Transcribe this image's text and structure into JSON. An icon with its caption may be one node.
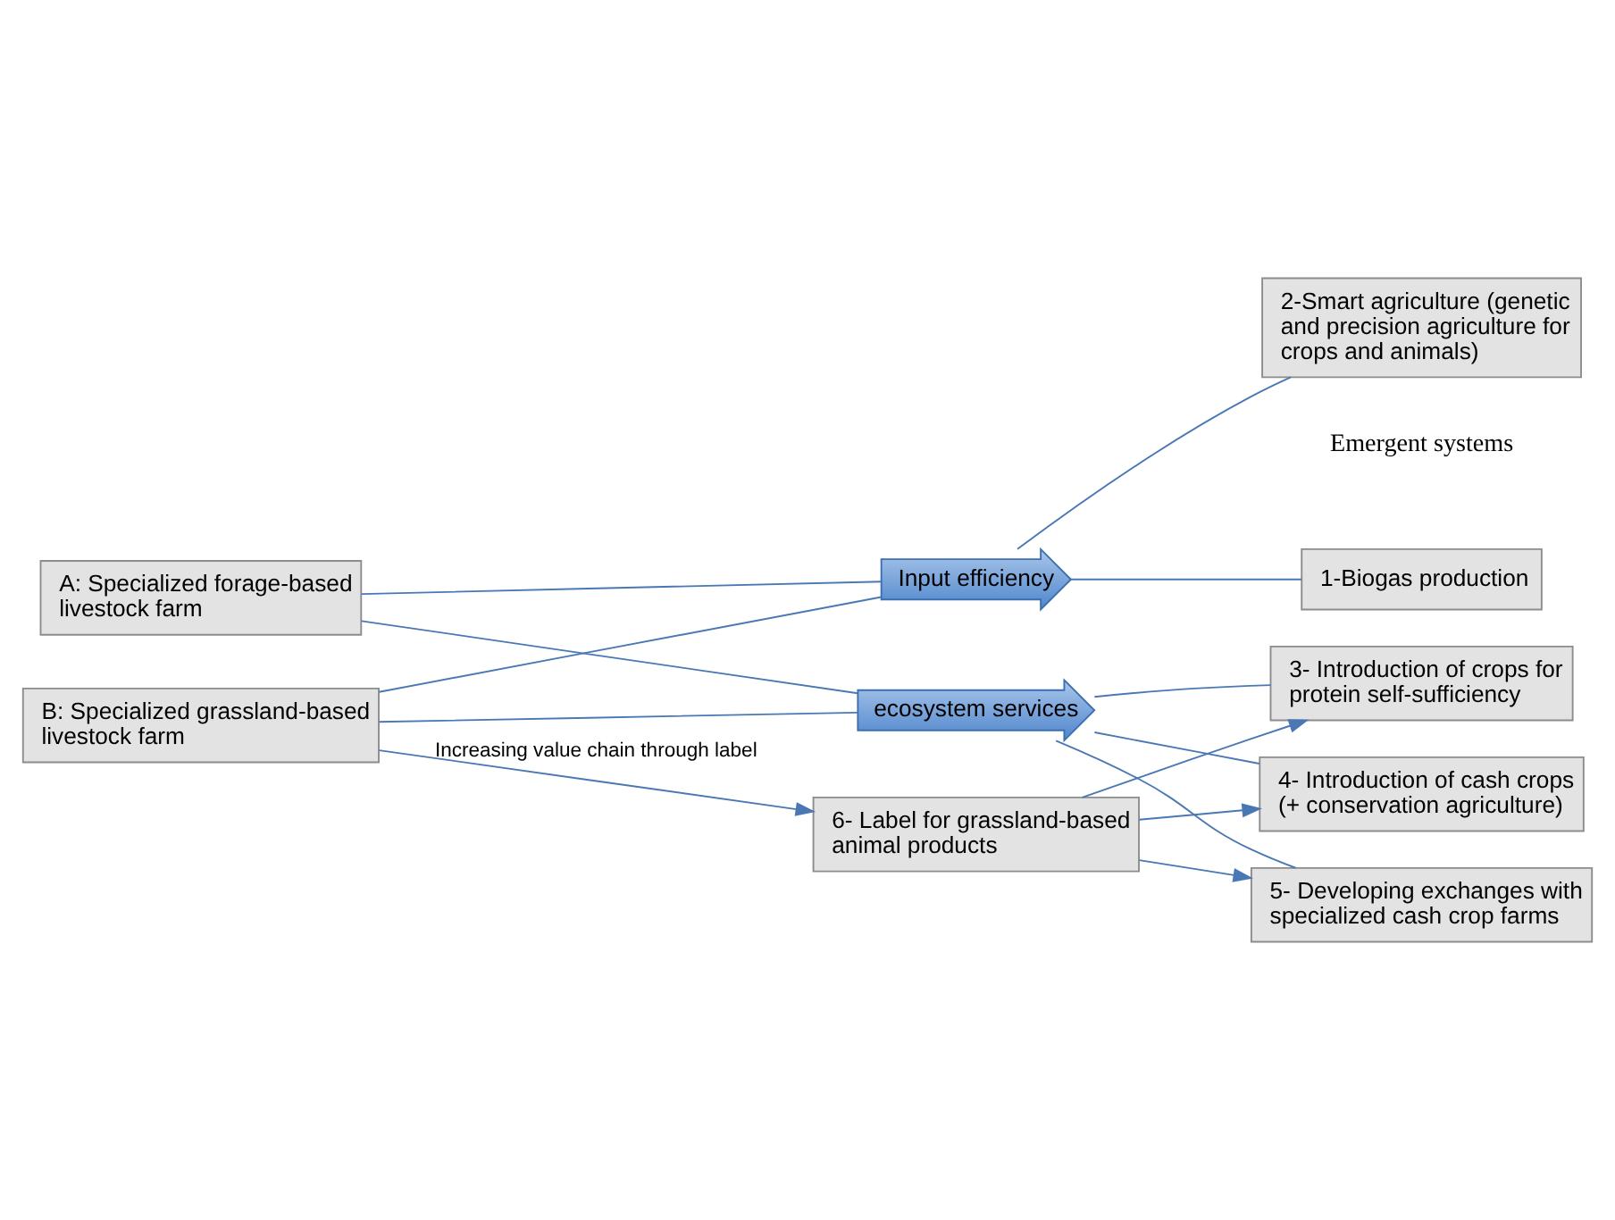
{
  "diagram": {
    "nodes": [
      {
        "text": [
          "A: Specialized forage-based livestock farm"
        ]
      },
      {
        "text": [
          "B: Specialized grassland-based livestock farm"
        ]
      },
      {
        "text": [
          "Input efficiency"
        ]
      },
      {
        "text": [
          "ecosystem services"
        ]
      },
      {
        "text": [
          "1-Biogas production"
        ]
      },
      {
        "text": [
          "2-Smart agriculture (genetic and precision agriculture for crops and animals)"
        ]
      },
      {
        "text": [
          "3- Introduction of crops for protein self-sufficiency"
        ]
      },
      {
        "text": [
          "4- Introduction of cash crops (+ conservation agriculture)"
        ]
      },
      {
        "text": [
          "5- Developing exchanges with specialized cash crop farms"
        ]
      },
      {
        "text": [
          "6- Label for grassland-based animal products"
        ]
      }
    ],
    "edges": [
      {
        "from": 0,
        "to": 2,
        "arrow": "none"
      },
      {
        "from": 1,
        "to": 2,
        "arrow": "none"
      },
      {
        "from": 0,
        "to": 3,
        "arrow": "none"
      },
      {
        "from": 1,
        "to": 3,
        "arrow": "none"
      },
      {
        "from": 2,
        "to": 4,
        "arrow": "none"
      },
      {
        "from": 2,
        "to": 5,
        "arrow": "none"
      },
      {
        "from": 3,
        "to": 6,
        "arrow": "none"
      },
      {
        "from": 3,
        "to": 7,
        "arrow": "none"
      },
      {
        "from": 3,
        "to": 8,
        "arrow": "none"
      },
      {
        "from": 1,
        "to": 9,
        "arrow": "to",
        "label": "Increasing value chain through label"
      },
      {
        "from": 9,
        "to": 6,
        "arrow": "to"
      },
      {
        "from": 9,
        "to": 7,
        "arrow": "to"
      },
      {
        "from": 9,
        "to": 8,
        "arrow": "to"
      }
    ],
    "labels": [
      "Emergent systems"
    ]
  }
}
